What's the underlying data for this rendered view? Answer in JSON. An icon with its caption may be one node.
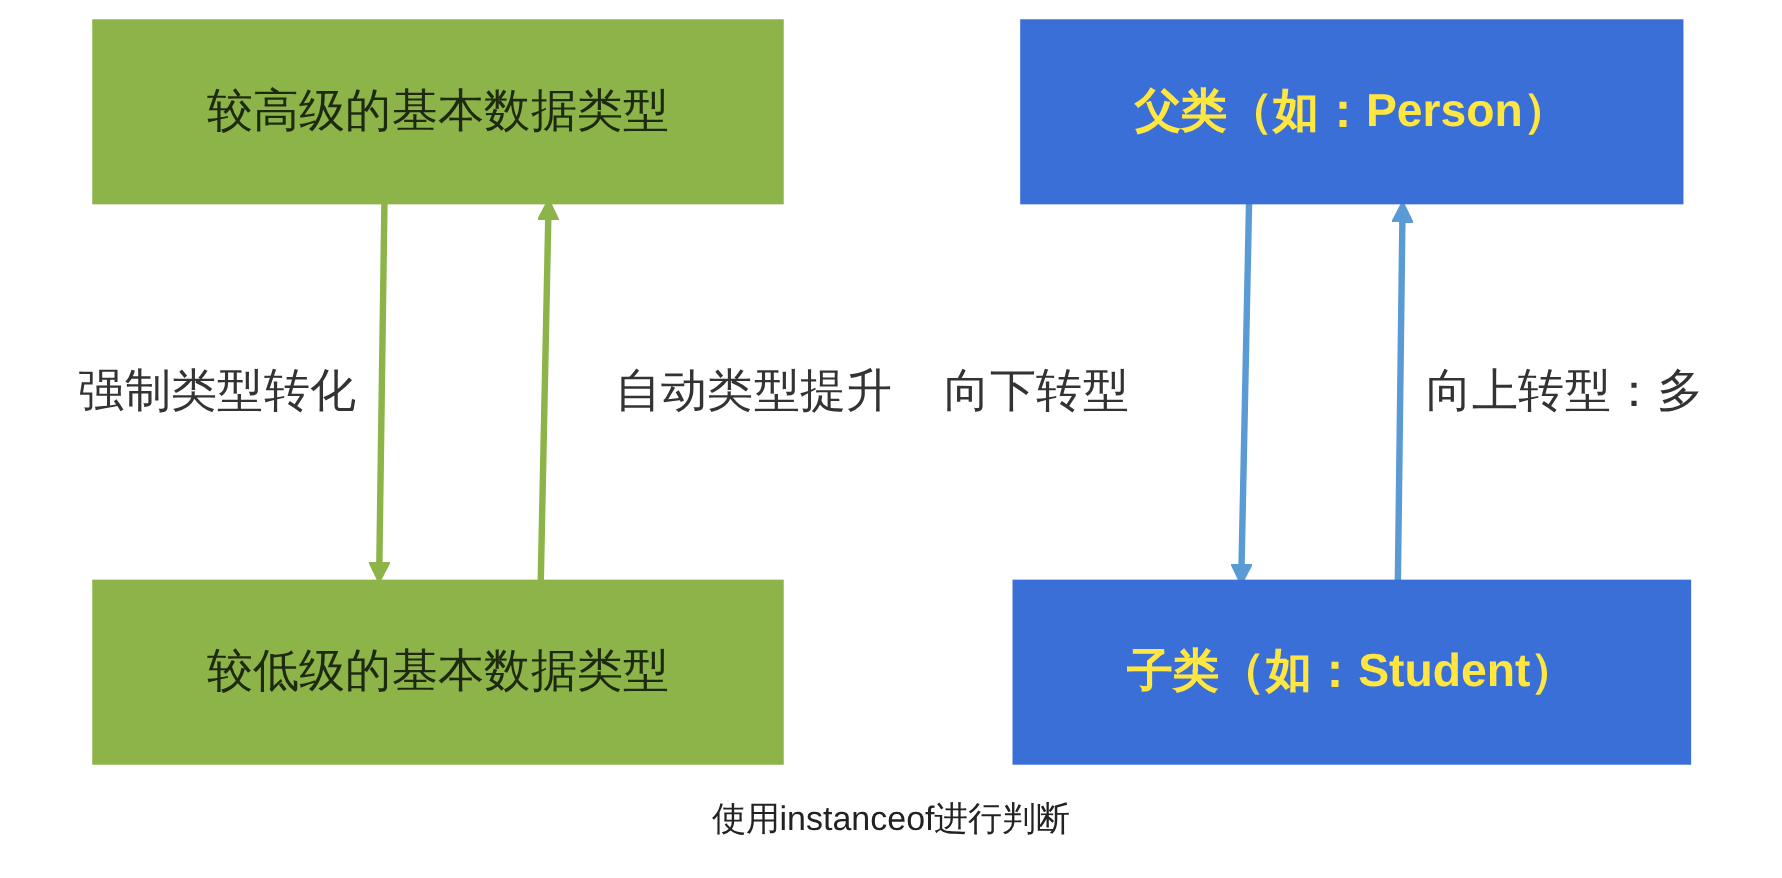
{
  "diagram": {
    "nodes": [
      {
        "text": [
          "较高级的基本数据类型"
        ]
      },
      {
        "text": [
          "较低级的基本数据类型"
        ]
      },
      {
        "text": [
          "父类（如：Person）"
        ]
      },
      {
        "text": [
          "子类（如：Student）"
        ]
      }
    ],
    "edges": [
      {
        "from": 0,
        "to": 1,
        "arrow": "to",
        "label": "强制类型转化",
        "color": "#8db449"
      },
      {
        "from": 1,
        "to": 0,
        "arrow": "to",
        "label": "自动类型提升",
        "color": "#8db449"
      },
      {
        "from": 2,
        "to": 3,
        "arrow": "to",
        "label": "向下转型",
        "color": "#5b9bd5"
      },
      {
        "from": 3,
        "to": 2,
        "arrow": "to",
        "label": "向上转型：多",
        "color": "#5b9bd5"
      }
    ],
    "labels": [
      "使用instanceof进行判断"
    ]
  }
}
